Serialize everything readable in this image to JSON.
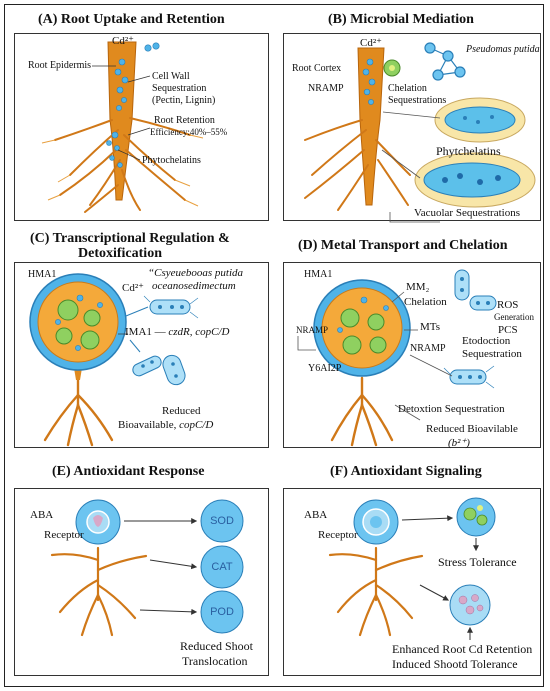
{
  "panels": {
    "a": {
      "title": "(A) Root Uptake and Retention",
      "ion": "Cd²⁺",
      "epidermis": "Root Epidermis",
      "cell_wall": [
        "Cell Wall",
        "Sequestration",
        "(Pectin, Lignin)"
      ],
      "retention": [
        "Root Retention",
        "Efficiency:40%–55%"
      ],
      "phytochelatins": "Phytochelatins"
    },
    "b": {
      "title": "(B) Microbial Mediation",
      "ion": "Cd²⁺",
      "microbe": "Pseudomas putida",
      "cortex": "Root Cortex",
      "nramp": "NRAMP",
      "chelation": [
        "Chelation",
        "Sequestrations"
      ],
      "phytchelatins": "Phytchelatins",
      "vacuolar": "Vacuolar Sequestrations"
    },
    "c": {
      "title": [
        "(C) Transcriptional Regulation &",
        "Detoxification"
      ],
      "hma": "HMA1",
      "ion": "Cd²⁺",
      "species": [
        "“Csyeuebooas putida",
        "oceanosedimectum"
      ],
      "imai_prefix": "IMA1 — ",
      "imai_genes": "czdR, copC/D",
      "reduced": [
        "Reduced",
        "Bioavailable, "
      ],
      "reduced_gene": "copC/D"
    },
    "d": {
      "title": "(D) Metal Transport and Chelation",
      "hma": "HMA1",
      "mm": "MM₂",
      "chelation": "Chelation",
      "ros": [
        "ROS",
        "Generation",
        "PCS"
      ],
      "nramp_left": "NRAMP",
      "mts": "MTs",
      "etodoction": [
        "Etodoction",
        "Sequestration"
      ],
      "nramp_mid": "NRAMP",
      "y6a": "Y6AI2P",
      "detox": "Detoxtion  Sequestration",
      "reduced": [
        "Reduced Bioavilable",
        "(b²⁺)"
      ]
    },
    "e": {
      "title": "(E) Antioxidant Response",
      "aba": "ABA",
      "receptor": "Receptor",
      "sod": "SOD",
      "cat": "CAT",
      "pod": "POD",
      "reduced": [
        "Reduced Shoot",
        "Translocation"
      ]
    },
    "f": {
      "title": "(F) Antioxidant Signaling",
      "aba": "ABA",
      "receptor": "Receptor",
      "stress": "Stress Tolerance",
      "enhanced": [
        "Enhanced Root Cd Retention",
        "Induced Shootd Tolerance"
      ]
    }
  },
  "colors": {
    "root": "#e08a1e",
    "root_dark": "#b8650c",
    "cell_blue": "#4fb3e8",
    "cell_fill": "#f4a93a",
    "vacuole": "#9be07a",
    "accent_text": "#2a5fa0"
  }
}
